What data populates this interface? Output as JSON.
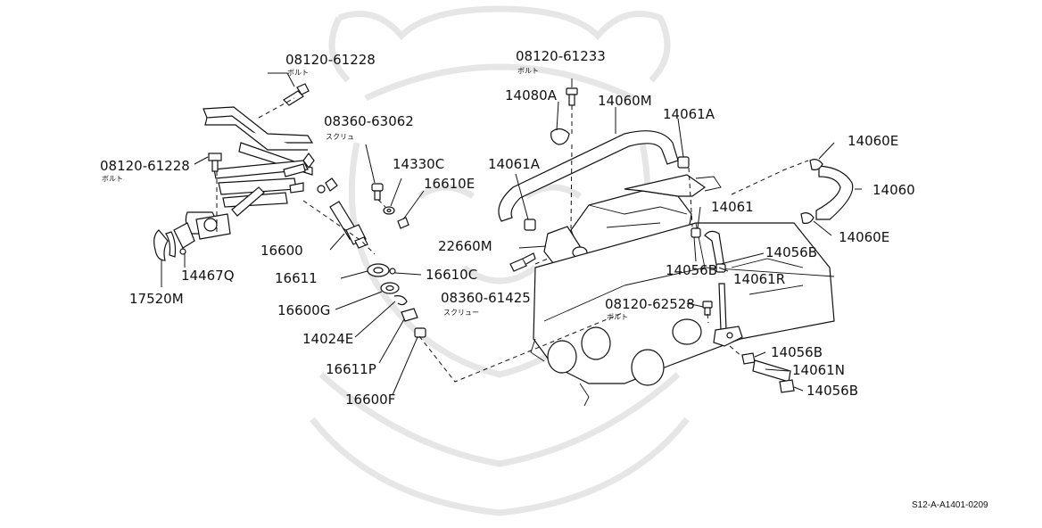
{
  "diagram": {
    "ref_code": "S12-A-A1401-0209",
    "parts": [
      {
        "id": "p1",
        "number": "08120-61228",
        "note": "ボルト"
      },
      {
        "id": "p2",
        "number": "08120-61228",
        "note": "ボルト"
      },
      {
        "id": "p3",
        "number": "08360-63062",
        "note": "スクリュ"
      },
      {
        "id": "p4",
        "number": "14330C",
        "note": ""
      },
      {
        "id": "p5",
        "number": "16610E",
        "note": ""
      },
      {
        "id": "p6",
        "number": "16600",
        "note": ""
      },
      {
        "id": "p7",
        "number": "14467Q",
        "note": ""
      },
      {
        "id": "p8",
        "number": "17520M",
        "note": ""
      },
      {
        "id": "p9",
        "number": "16611",
        "note": ""
      },
      {
        "id": "p10",
        "number": "16610C",
        "note": ""
      },
      {
        "id": "p11",
        "number": "16600G",
        "note": ""
      },
      {
        "id": "p12",
        "number": "14024E",
        "note": ""
      },
      {
        "id": "p13",
        "number": "16611P",
        "note": ""
      },
      {
        "id": "p14",
        "number": "16600F",
        "note": ""
      },
      {
        "id": "p15",
        "number": "08120-61233",
        "note": "ボルト"
      },
      {
        "id": "p16",
        "number": "14080A",
        "note": ""
      },
      {
        "id": "p17",
        "number": "14060M",
        "note": ""
      },
      {
        "id": "p18",
        "number": "14061A",
        "note": ""
      },
      {
        "id": "p19",
        "number": "14061A",
        "note": ""
      },
      {
        "id": "p20",
        "number": "22660M",
        "note": ""
      },
      {
        "id": "p21",
        "number": "08360-61425",
        "note": "スクリュー"
      },
      {
        "id": "p22",
        "number": "14060E",
        "note": ""
      },
      {
        "id": "p23",
        "number": "14060",
        "note": ""
      },
      {
        "id": "p24",
        "number": "14061",
        "note": ""
      },
      {
        "id": "p25",
        "number": "14060E",
        "note": ""
      },
      {
        "id": "p26",
        "number": "14056B",
        "note": ""
      },
      {
        "id": "p27",
        "number": "14056B",
        "note": ""
      },
      {
        "id": "p28",
        "number": "14061R",
        "note": ""
      },
      {
        "id": "p29",
        "number": "08120-62528",
        "note": "ボルト"
      },
      {
        "id": "p30",
        "number": "14056B",
        "note": ""
      },
      {
        "id": "p31",
        "number": "14061N",
        "note": ""
      },
      {
        "id": "p32",
        "number": "14056B",
        "note": ""
      }
    ]
  }
}
